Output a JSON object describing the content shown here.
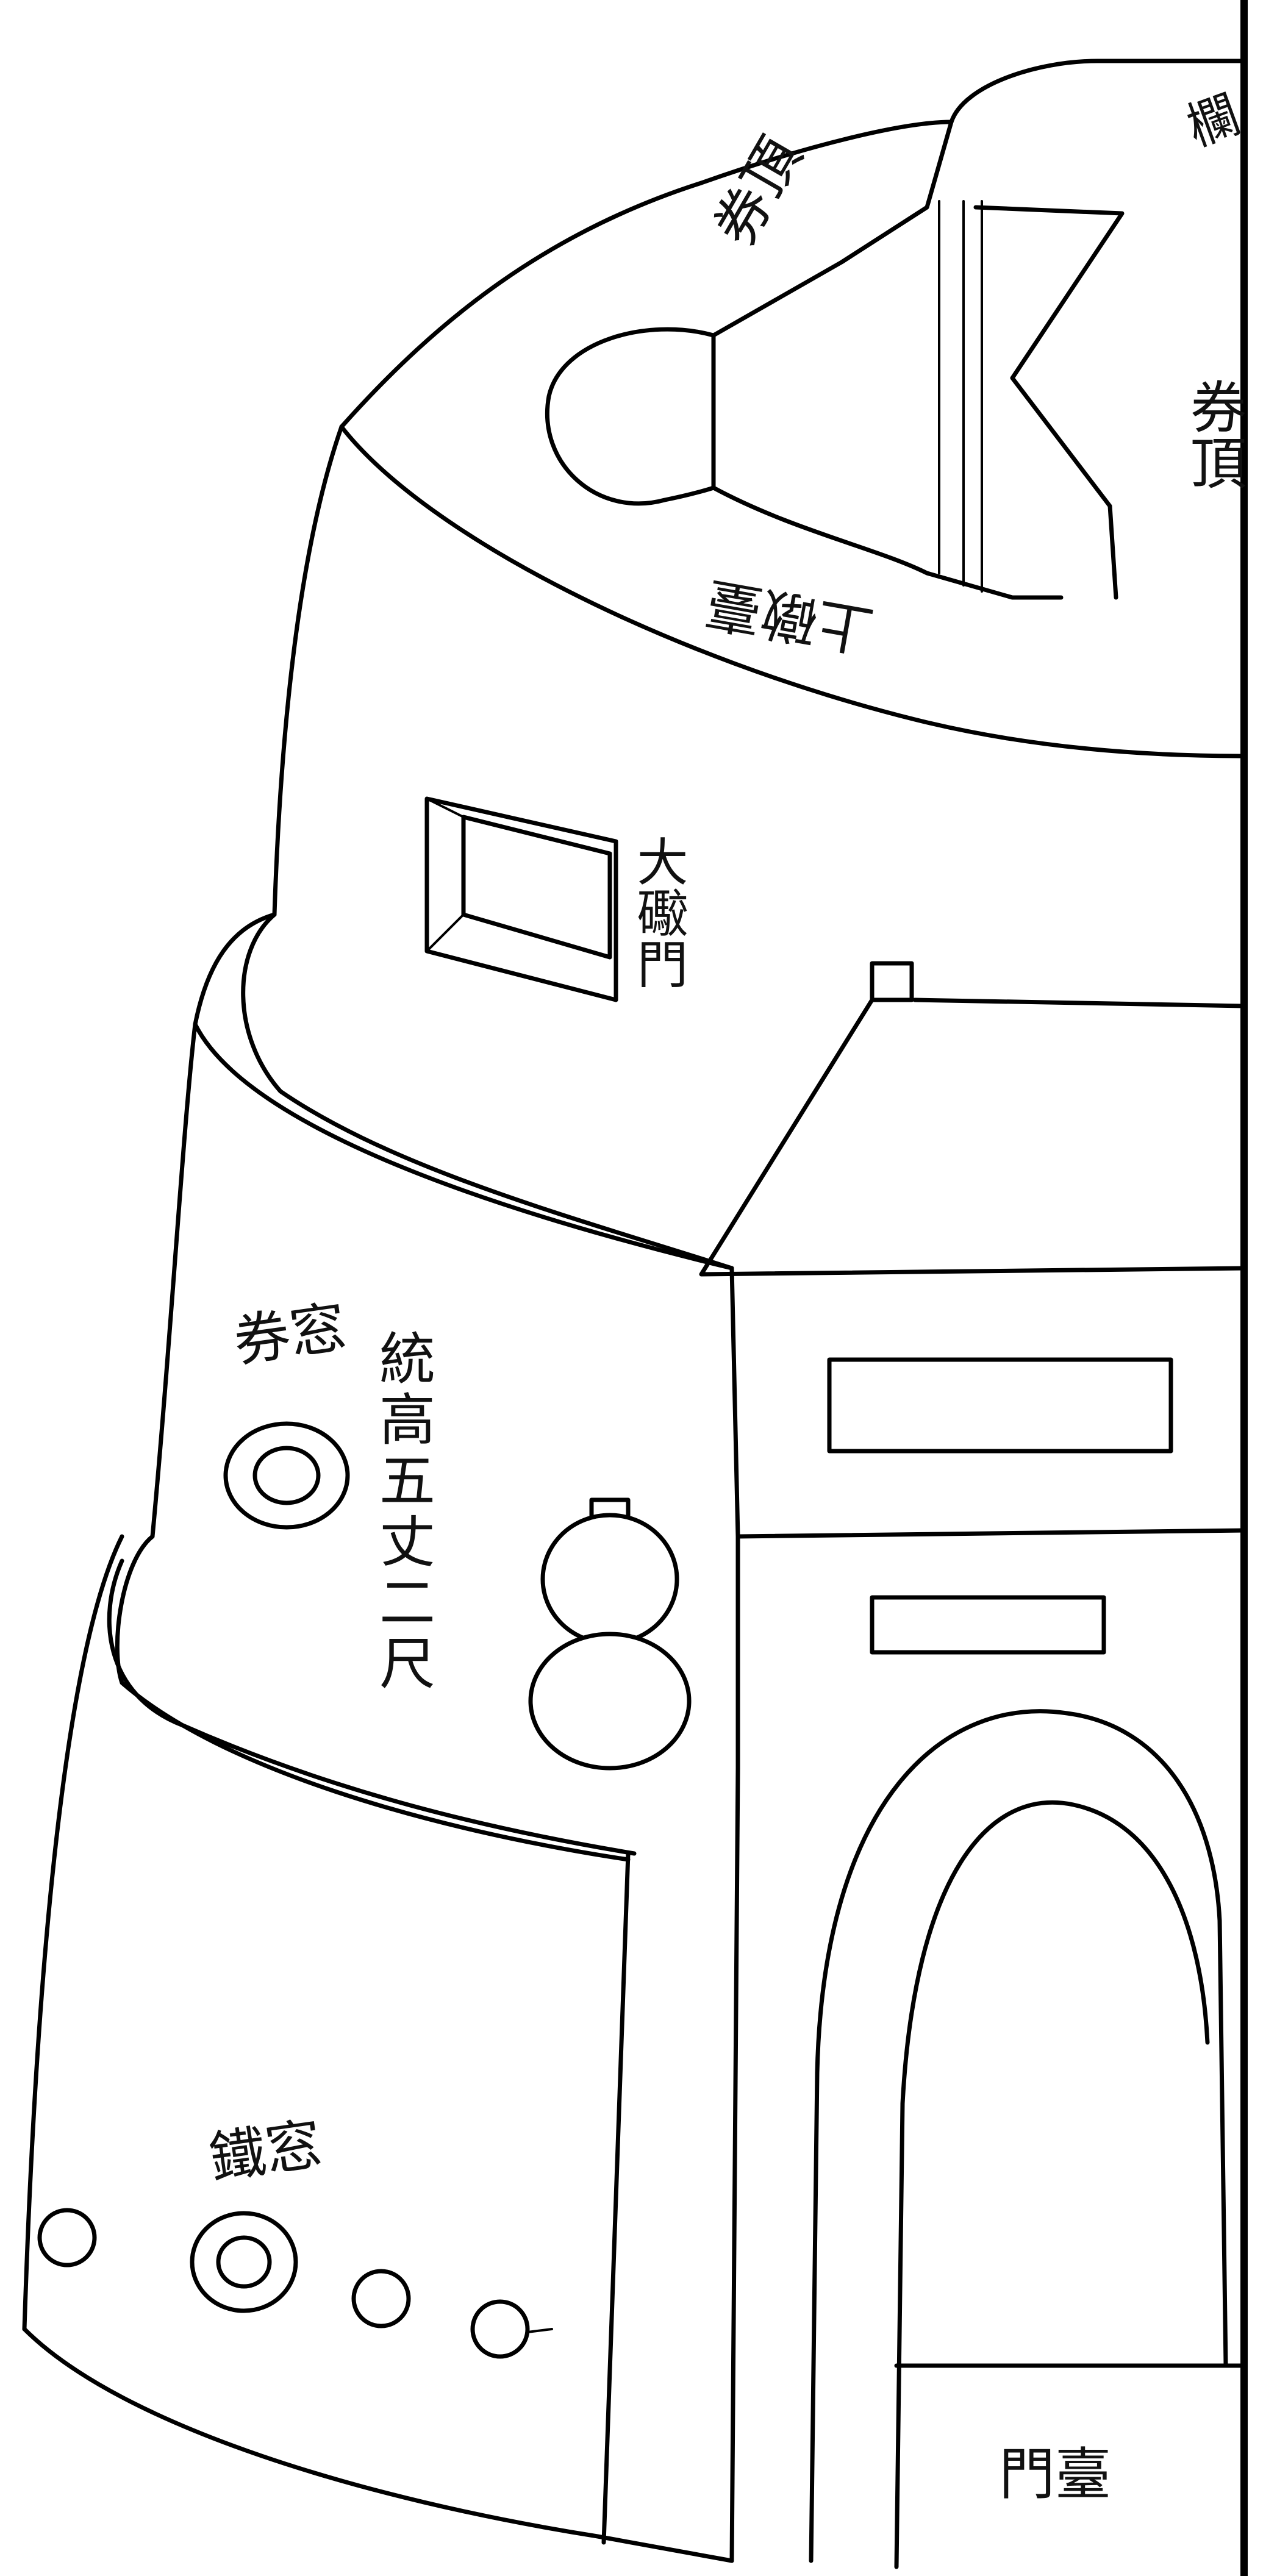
{
  "labels": {
    "coupon_top_left": "券頂",
    "railing": "欄",
    "coupon_top_right": "券頂",
    "upper_platform": "上礅臺",
    "big_gun_port": "大礮門",
    "coupon_window": "券窓",
    "total_height": "統高五丈二尺",
    "arrow_window": "鐵窓",
    "gate_platform": "門臺"
  }
}
